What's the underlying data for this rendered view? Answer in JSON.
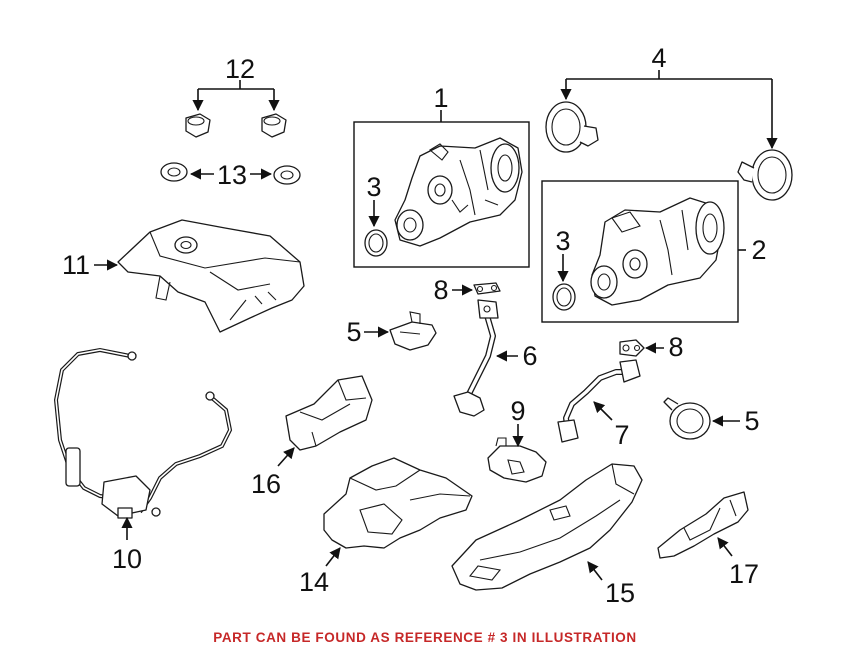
{
  "callouts": {
    "c1": "1",
    "c2": "2",
    "c3a": "3",
    "c3b": "3",
    "c4": "4",
    "c5a": "5",
    "c5b": "5",
    "c6": "6",
    "c7": "7",
    "c8a": "8",
    "c8b": "8",
    "c9": "9",
    "c10": "10",
    "c11": "11",
    "c12": "12",
    "c13": "13",
    "c14": "14",
    "c15": "15",
    "c16": "16",
    "c17": "17"
  },
  "footer": {
    "note": "PART CAN BE FOUND AS REFERENCE # 3 IN ILLUSTRATION"
  },
  "colors": {
    "line": "#1a1a1a",
    "note": "#c62828",
    "background": "#ffffff"
  }
}
